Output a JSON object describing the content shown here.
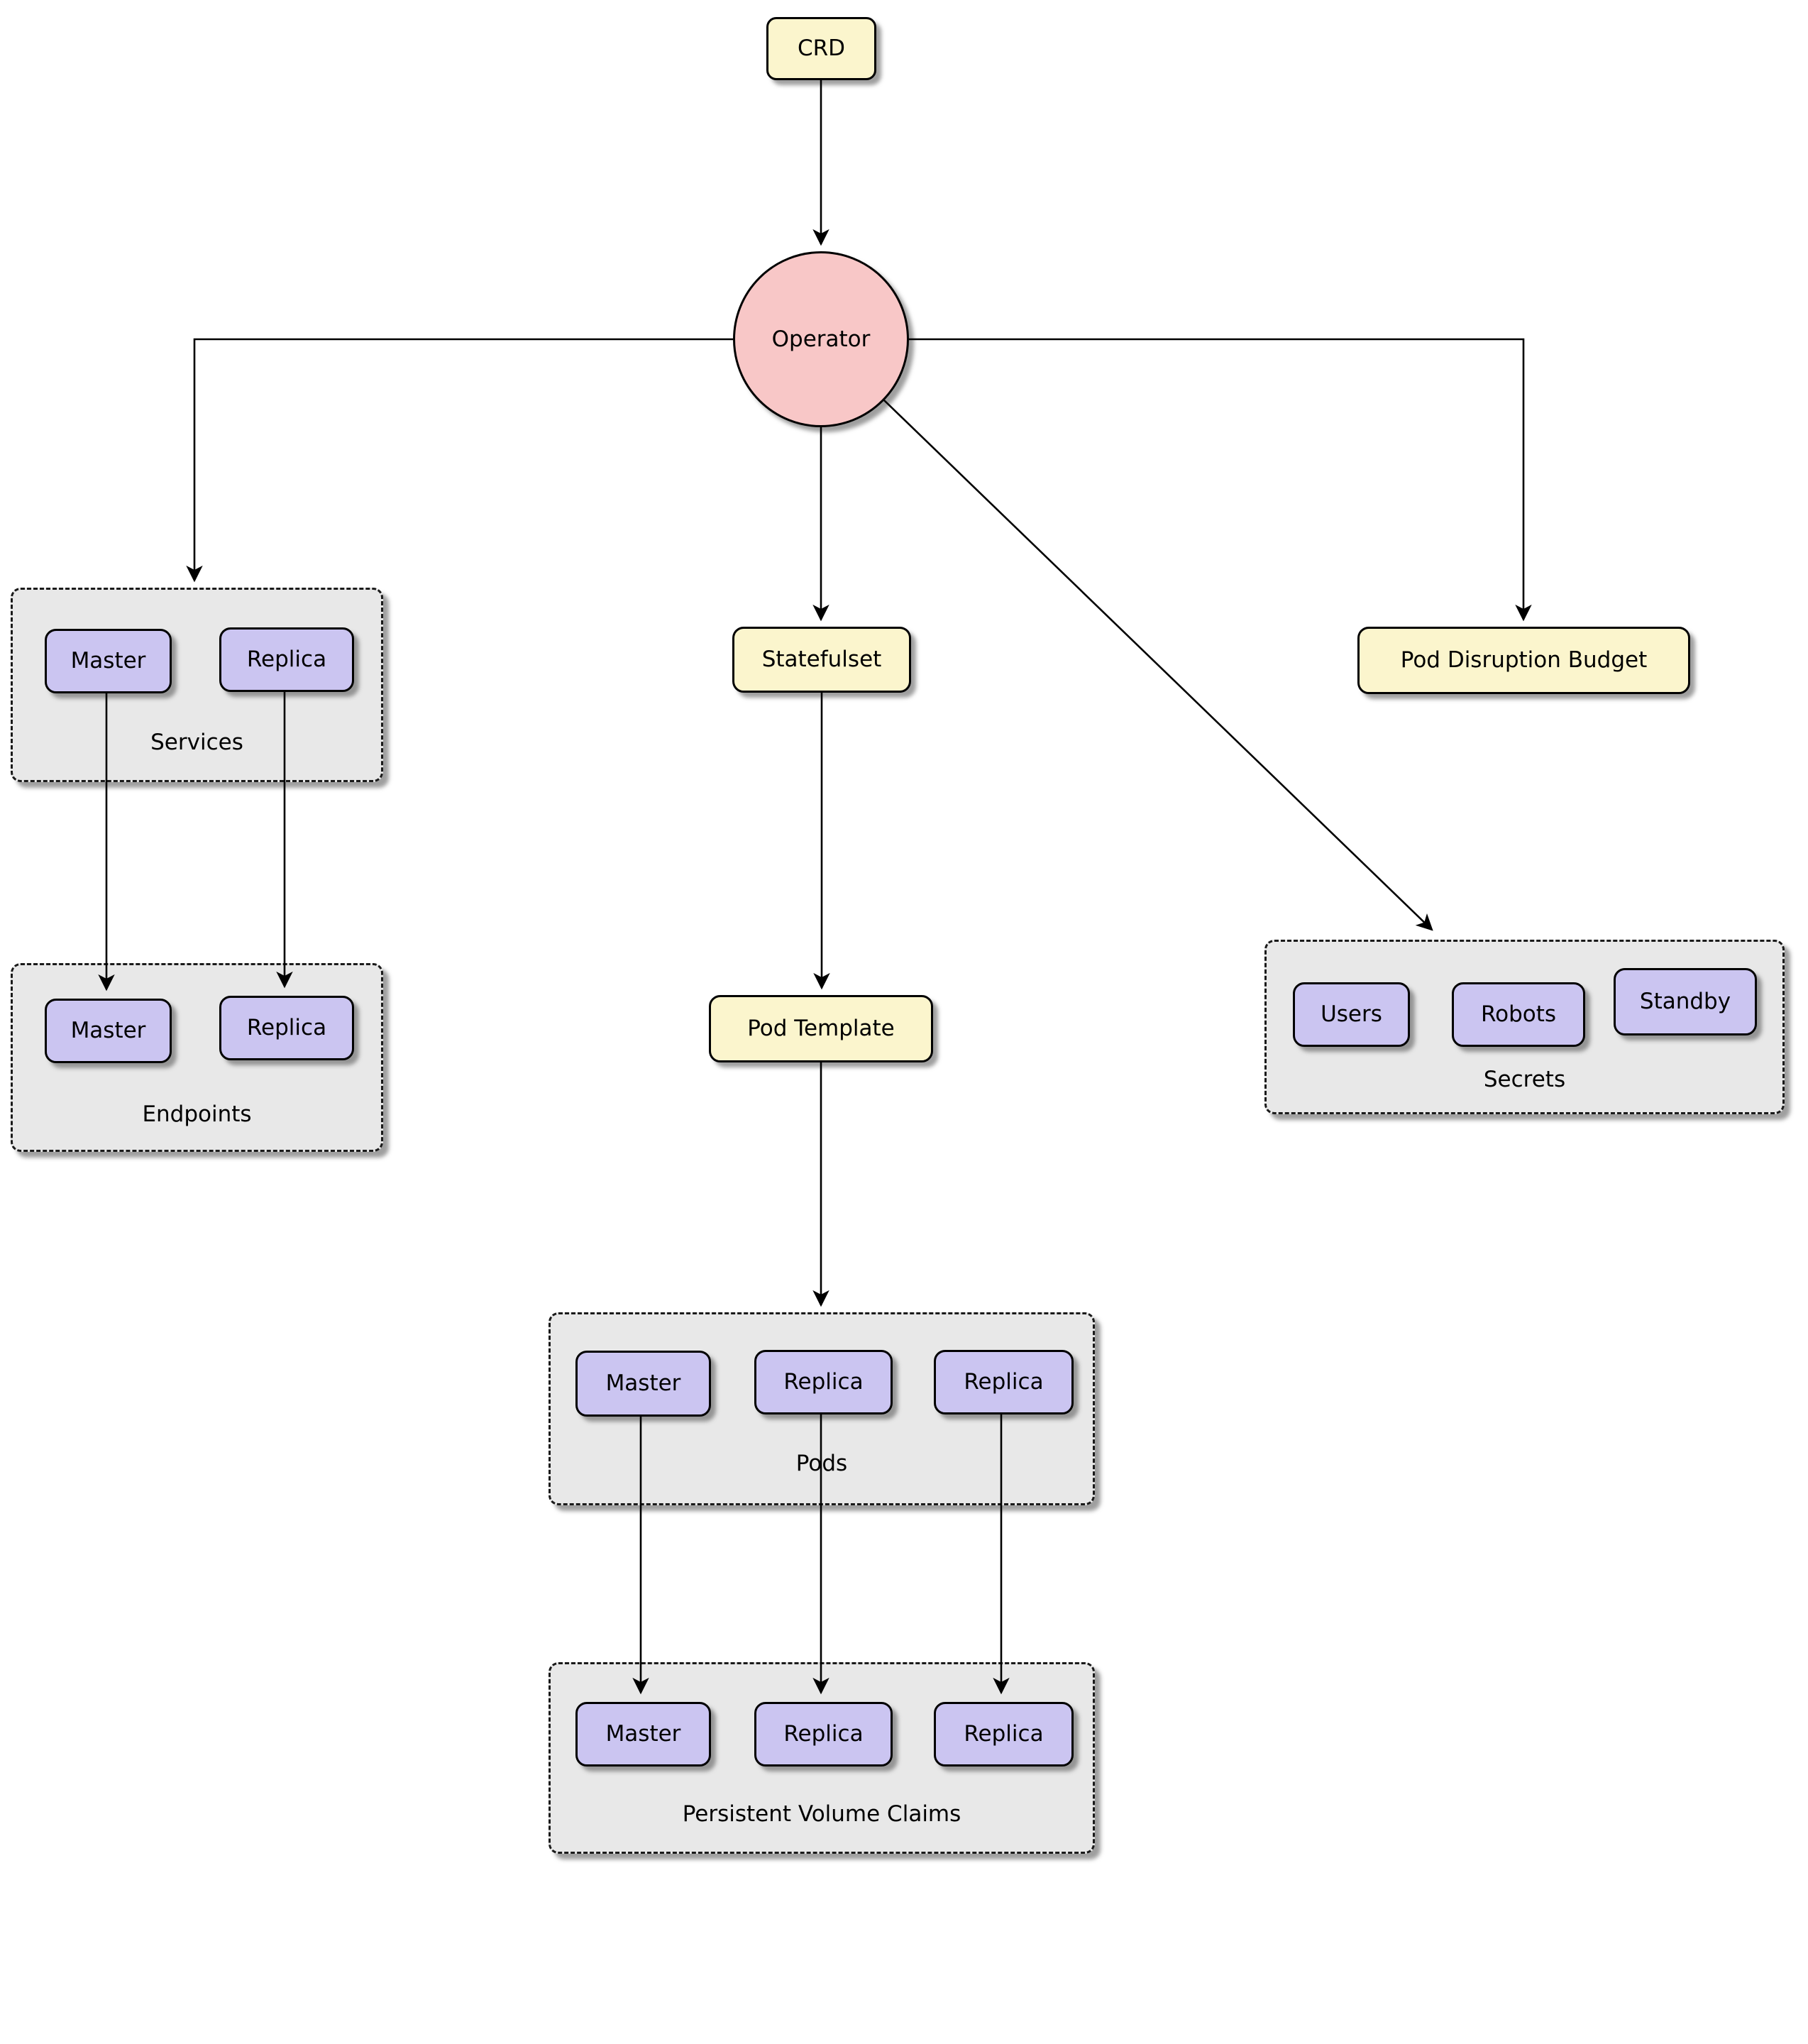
{
  "diagram_title": "Operator architecture diagram",
  "colors": {
    "yellow_node": "#FBF5CD",
    "pink_node": "#F8C7C7",
    "purple_node": "#CBC5F1",
    "group_fill": "#E8E8E8",
    "line": "#000000"
  },
  "nodes": {
    "crd": "CRD",
    "operator": "Operator",
    "statefulset": "Statefulset",
    "pod_template": "Pod Template",
    "pod_disruption_budget": "Pod Disruption Budget"
  },
  "groups": {
    "services": {
      "label": "Services",
      "items": [
        "Master",
        "Replica"
      ]
    },
    "endpoints": {
      "label": "Endpoints",
      "items": [
        "Master",
        "Replica"
      ]
    },
    "pods": {
      "label": "Pods",
      "items": [
        "Master",
        "Replica",
        "Replica"
      ]
    },
    "persistent_volume_claims": {
      "label": "Persistent Volume Claims",
      "items": [
        "Master",
        "Replica",
        "Replica"
      ]
    },
    "secrets": {
      "label": "Secrets",
      "items": [
        "Users",
        "Robots",
        "Standby"
      ]
    }
  }
}
